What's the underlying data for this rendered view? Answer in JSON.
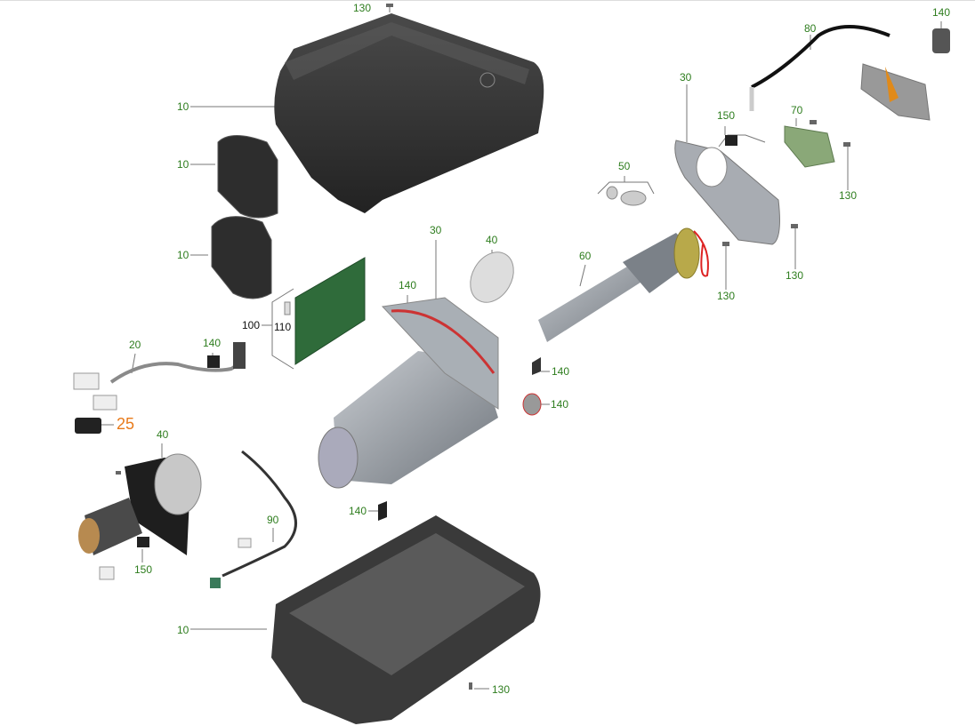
{
  "diagram": {
    "part_labels": [
      "130",
      "10",
      "10",
      "10",
      "100",
      "110",
      "20",
      "140",
      "25",
      "40",
      "150",
      "90",
      "140",
      "10",
      "130",
      "30",
      "140",
      "40",
      "60",
      "130",
      "140",
      "140",
      "50",
      "30",
      "150",
      "70",
      "130",
      "130",
      "80",
      "140"
    ],
    "colors": {
      "label": "#2e7d1e",
      "highlight_label": "#e87a1a",
      "housing": "#3a3a3a",
      "metal": "#9aa0a6",
      "board": "#2f6b3a"
    }
  }
}
